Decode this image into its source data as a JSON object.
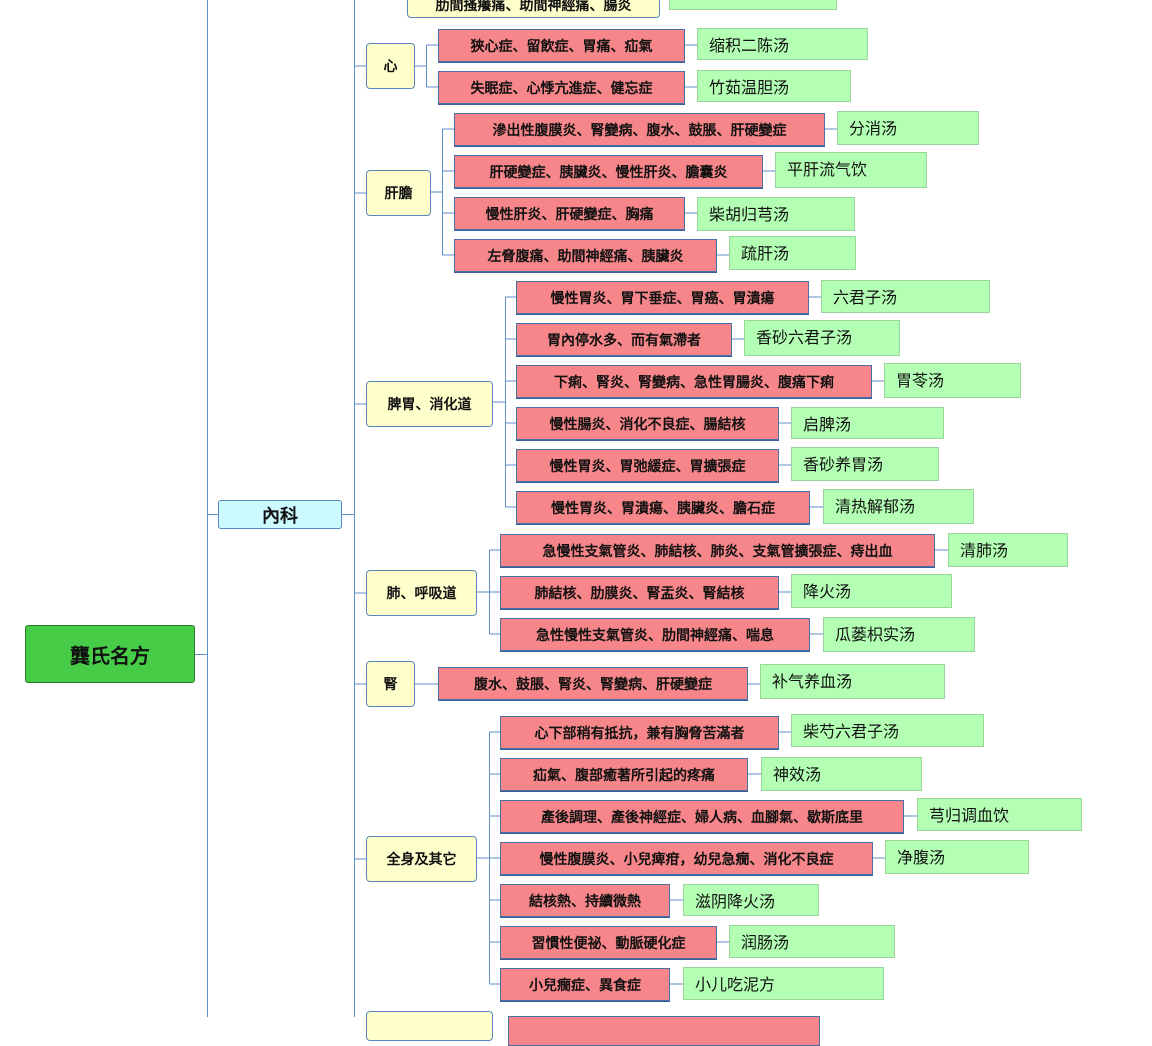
{
  "mindmap": {
    "root": "龔氏名方",
    "branch": "內科",
    "top_partial": {
      "symptom": "肋間搔癢痛、助間神經痛、腸炎"
    },
    "categories": [
      {
        "name": "心",
        "items": [
          {
            "symptom": "狹心症、留飲症、胃痛、疝氣",
            "formula": "缩积二陈汤"
          },
          {
            "symptom": "失眠症、心悸亢進症、健忘症",
            "formula": "竹茹温胆汤"
          }
        ]
      },
      {
        "name": "肝膽",
        "items": [
          {
            "symptom": "滲出性腹膜炎、腎變病、腹水、鼓脹、肝硬變症",
            "formula": "分消汤"
          },
          {
            "symptom": "肝硬變症、胰臟炎、慢性肝炎、膽囊炎",
            "formula": "平肝流气饮"
          },
          {
            "symptom": "慢性肝炎、肝硬變症、胸痛",
            "formula": "柴胡归芎汤"
          },
          {
            "symptom": "左脅腹痛、助間神經痛、胰臟炎",
            "formula": "疏肝汤"
          }
        ]
      },
      {
        "name": "脾胃、消化道",
        "items": [
          {
            "symptom": "慢性胃炎、胃下垂症、胃癌、胃潰瘍",
            "formula": "六君子汤"
          },
          {
            "symptom": "胃內停水多、而有氣滯者",
            "formula": "香砂六君子汤"
          },
          {
            "symptom": "下痢、腎炎、腎變病、急性胃腸炎、腹痛下痢",
            "formula": "胃苓汤"
          },
          {
            "symptom": "慢性腸炎、消化不良症、腸結核",
            "formula": "启脾汤"
          },
          {
            "symptom": "慢性胃炎、胃弛緩症、胃擴張症",
            "formula": "香砂养胃汤"
          },
          {
            "symptom": "慢性胃炎、胃潰瘍、胰臟炎、膽石症",
            "formula": "清热解郁汤"
          }
        ]
      },
      {
        "name": "肺、呼吸道",
        "items": [
          {
            "symptom": "急慢性支氣管炎、肺結核、肺炎、支氣管擴張症、痔出血",
            "formula": "清肺汤"
          },
          {
            "symptom": "肺結核、肋膜炎、腎盂炎、腎結核",
            "formula": "降火汤"
          },
          {
            "symptom": "急性慢性支氣管炎、肋間神經痛、喘息",
            "formula": "瓜蒌枳实汤"
          }
        ]
      },
      {
        "name": "腎",
        "items": [
          {
            "symptom": "腹水、鼓脹、腎炎、腎變病、肝硬變症",
            "formula": "补气养血汤"
          }
        ]
      },
      {
        "name": "全身及其它",
        "items": [
          {
            "symptom": "心下部稍有抵抗，兼有胸脅苦滿者",
            "formula": "柴芍六君子汤"
          },
          {
            "symptom": "疝氣、腹部癒著所引起的疼痛",
            "formula": "神效汤"
          },
          {
            "symptom": "產後調理、產後神經症、婦人病、血腳氣、歇斯底里",
            "formula": "芎归调血饮"
          },
          {
            "symptom": "慢性腹膜炎、小兒痺疳，幼兒急癇、消化不良症",
            "formula": "净腹汤"
          },
          {
            "symptom": "結核熱、持續微熱",
            "formula": "滋阴降火汤"
          },
          {
            "symptom": "習慣性便祕、動脈硬化症",
            "formula": "润肠汤"
          },
          {
            "symptom": "小兒癇症、異食症",
            "formula": "小儿吃泥方"
          }
        ]
      }
    ]
  }
}
